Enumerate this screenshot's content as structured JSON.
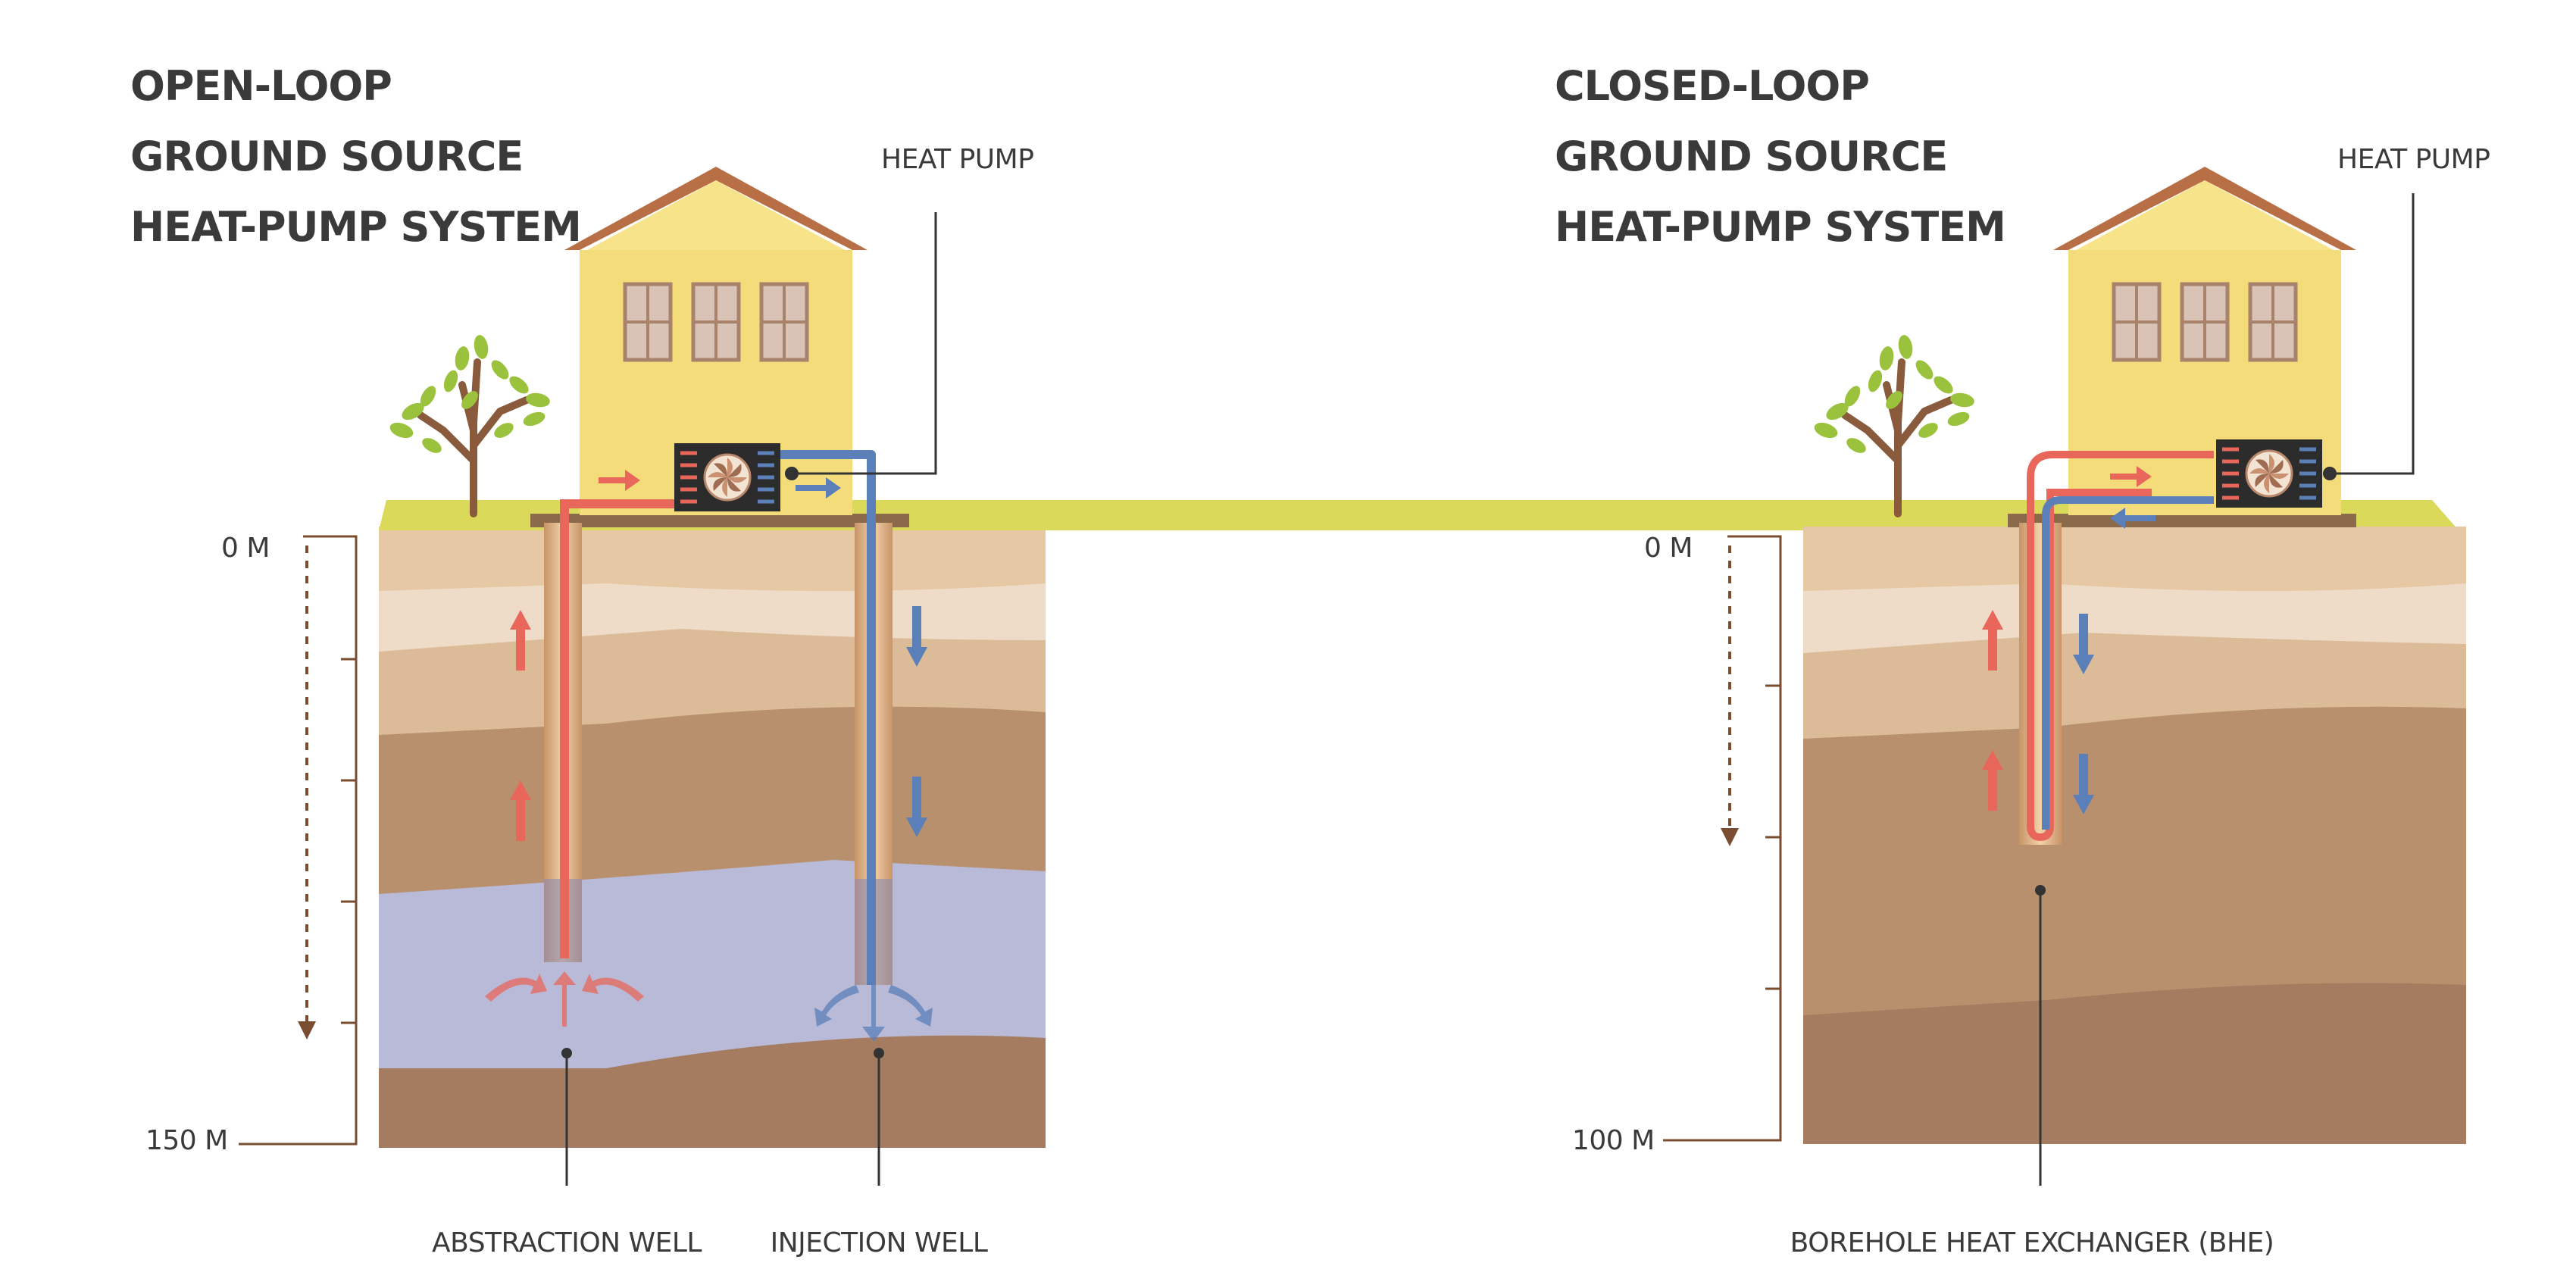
{
  "open_loop": {
    "title_lines": [
      "OPEN-LOOP",
      "GROUND SOURCE",
      "HEAT-PUMP SYSTEM"
    ],
    "heat_pump_label": "HEAT PUMP",
    "depth_top": "0 M",
    "depth_bottom": "150 M",
    "abstraction_label": "ABSTRACTION WELL",
    "injection_label": "INJECTION WELL"
  },
  "closed_loop": {
    "title_lines": [
      "CLOSED-LOOP",
      "GROUND SOURCE",
      "HEAT-PUMP SYSTEM"
    ],
    "heat_pump_label": "HEAT PUMP",
    "depth_top": "0 M",
    "depth_bottom": "100 M",
    "bhe_label": "BOREHOLE HEAT EXCHANGER (BHE)"
  },
  "colors": {
    "warm_flow": "#e8675a",
    "cool_flow": "#5b7fb8",
    "groundwater": "#b9bad8",
    "grass": "#dbd95a",
    "house_wall": "#f4dc7a",
    "roof": "#b86f45",
    "soil_light": "#e6c8a4",
    "soil_pale": "#efdcc8",
    "soil_mid": "#dcbc98",
    "soil_dark": "#b8906e",
    "soil_deep": "#a57c5f"
  },
  "icons": [
    "tree-icon",
    "house-icon",
    "heat-pump-fan-icon",
    "flow-arrow-icon"
  ]
}
